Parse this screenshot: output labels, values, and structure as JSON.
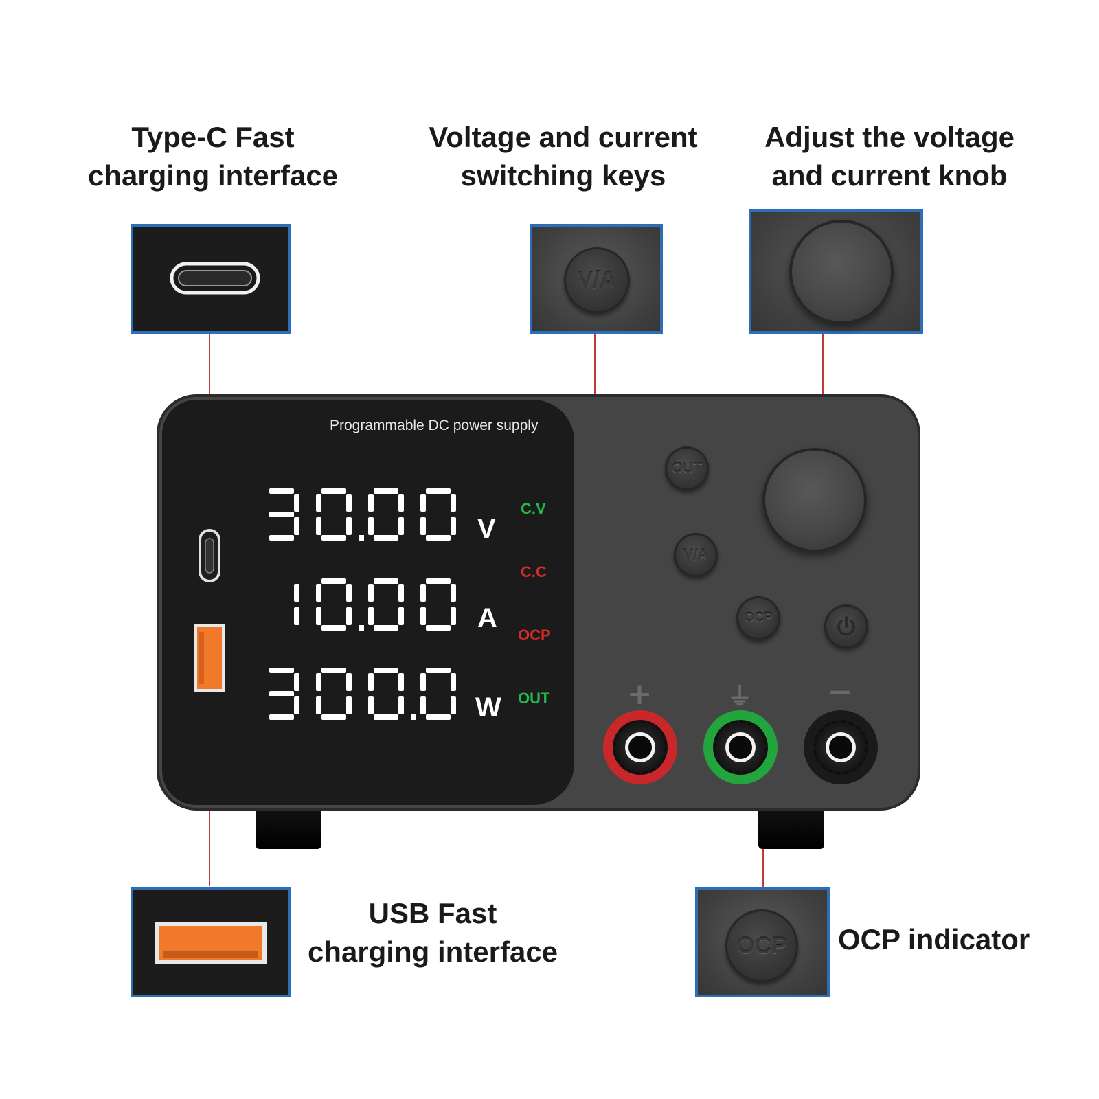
{
  "headings": {
    "type_c": "Type-C Fast\ncharging interface",
    "va_keys": "Voltage and current\nswitching keys",
    "knob": "Adjust the voltage\nand current knob",
    "usb": "USB Fast\ncharging interface",
    "ocp": "OCP indicator"
  },
  "device": {
    "title": "Programmable DC power supply",
    "readouts": [
      {
        "value": "30.00",
        "unit": "V"
      },
      {
        "value": "10.00",
        "unit": "A"
      },
      {
        "value": "300.0",
        "unit": "W"
      }
    ],
    "indicators": [
      {
        "label": "C.V",
        "color": "#22b84a"
      },
      {
        "label": "C.C",
        "color": "#d42a2a"
      },
      {
        "label": "OCP",
        "color": "#d42a2a"
      },
      {
        "label": "OUT",
        "color": "#22b84a"
      }
    ],
    "buttons": {
      "out": "OUT",
      "va": "V/A",
      "ocp": "OCP",
      "power": "power-icon"
    },
    "terminals": [
      {
        "symbol": "+",
        "ring": "#c8282a"
      },
      {
        "symbol": "⏚",
        "ring": "#22a53c"
      },
      {
        "symbol": "−",
        "ring": "#1a1a1a"
      }
    ]
  },
  "callouts": {
    "va_label": "V/A",
    "ocp_label": "OCP"
  },
  "colors": {
    "accent_border": "#2c6fb8",
    "leader": "#c23a3a",
    "usb_port": "#f07a2a"
  }
}
